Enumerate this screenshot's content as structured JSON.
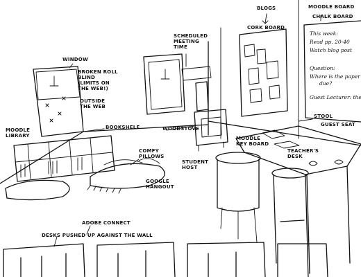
{
  "labels": {
    "blogs": "BLOGS",
    "cork_board": "CORK BOARD",
    "moodle_board": "MOODLE BOARD",
    "chalk_board": "CHALK BOARD",
    "scheduled_meeting_time": "SCHEDULED\nMEETING\nTIME",
    "window": "WINDOW",
    "broken_roll_blind": "BROKEN ROLL\nBLIND\n(LIMITS ON\nTHE WEB!)",
    "outside_the_web": "OUTSIDE\nTHE WEB",
    "moodle_library": "MOODLE\nLIBRARY",
    "bookshelf": "BOOKSHELF",
    "woodstove": "WOODSTOVE",
    "stool": "STOOL",
    "guest_seat": "GUEST SEAT",
    "moodle_key_board": "MOODLE\nKEY BOARD",
    "teachers_desk": "TEACHER'S\nDESK",
    "comfy_pillows": "COMFY\nPILLOWS",
    "student_host": "STUDENT\nHOST",
    "google_hangout": "GOOGLE\nHANGOUT",
    "adobe_connect": "ADOBE CONNECT",
    "desks_pushed": "DESKS PUSHED UP AGAINST THE WALL"
  },
  "chalkboard": {
    "line1": "This week:",
    "line2": "Read pp. 20-40",
    "line3": "Watch blog post",
    "line4": "Question:",
    "line5": "Where is the paper",
    "line6": "due?",
    "line7": "Guest Lecturer: the"
  }
}
